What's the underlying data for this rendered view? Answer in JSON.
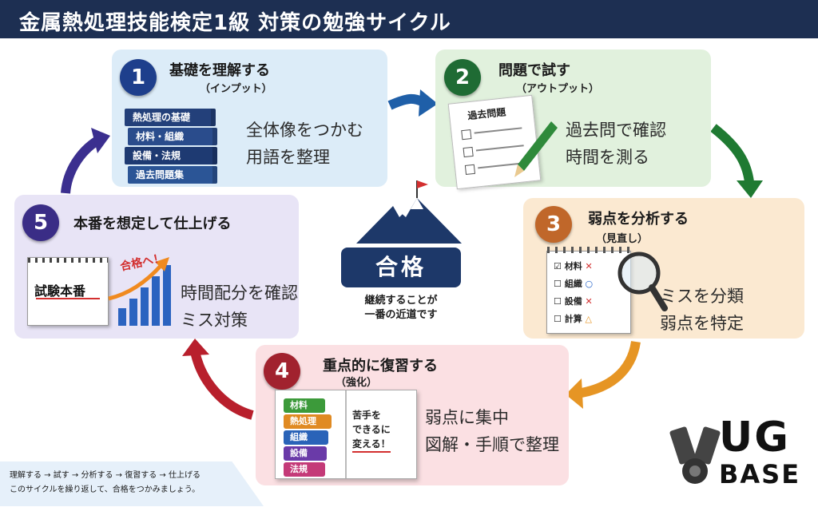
{
  "header": {
    "title": "金属熱処理技能検定1級 対策の勉強サイクル"
  },
  "steps": [
    {
      "num": "1",
      "title": "基礎を理解する",
      "sub": "（インプット）",
      "line1": "全体像をつかむ",
      "line2": "用語を整理",
      "books": [
        "熱処理の基礎",
        "材料・組織",
        "設備・法規",
        "過去問題集"
      ]
    },
    {
      "num": "2",
      "title": "問題で試す",
      "sub": "（アウトプット）",
      "line1": "過去問で確認",
      "line2": "時間を測る",
      "paper_title": "過去問題"
    },
    {
      "num": "3",
      "title": "弱点を分析する",
      "sub": "（見直し）",
      "line1": "ミスを分類",
      "line2": "弱点を特定",
      "checklist": [
        {
          "label": "材料",
          "mark": "✕"
        },
        {
          "label": "組織",
          "mark": "○"
        },
        {
          "label": "設備",
          "mark": "✕"
        },
        {
          "label": "計算",
          "mark": "△"
        }
      ]
    },
    {
      "num": "4",
      "title": "重点的に復習する",
      "sub": "（強化）",
      "line1": "弱点に集中",
      "line2": "図解・手順で整理",
      "tabs": [
        "材料",
        "熱処理",
        "組織",
        "設備",
        "法規"
      ],
      "note": [
        "苦手を",
        "できるに",
        "変える！"
      ]
    },
    {
      "num": "5",
      "title": "本番を想定して仕上げる",
      "sub": "",
      "line1": "時間配分を確認",
      "line2": "ミス対策",
      "calendar": "試験本番",
      "goal": "合格へ！"
    }
  ],
  "center": {
    "badge": "合格",
    "motto1": "継続することが",
    "motto2": "一番の近道です"
  },
  "footer": {
    "line1": "理解する → 試す → 分析する → 復習する → 仕上げる",
    "line2": "このサイクルを繰り返して、合格をつかみましょう。"
  },
  "logo": {
    "top": "UG",
    "bottom": "BASE"
  },
  "colors": {
    "header": "#1d2f52",
    "step1": "#1e3f8c",
    "step2": "#1f6b34",
    "step3": "#c0672a",
    "step4": "#a1222e",
    "step5": "#3a2d86"
  }
}
